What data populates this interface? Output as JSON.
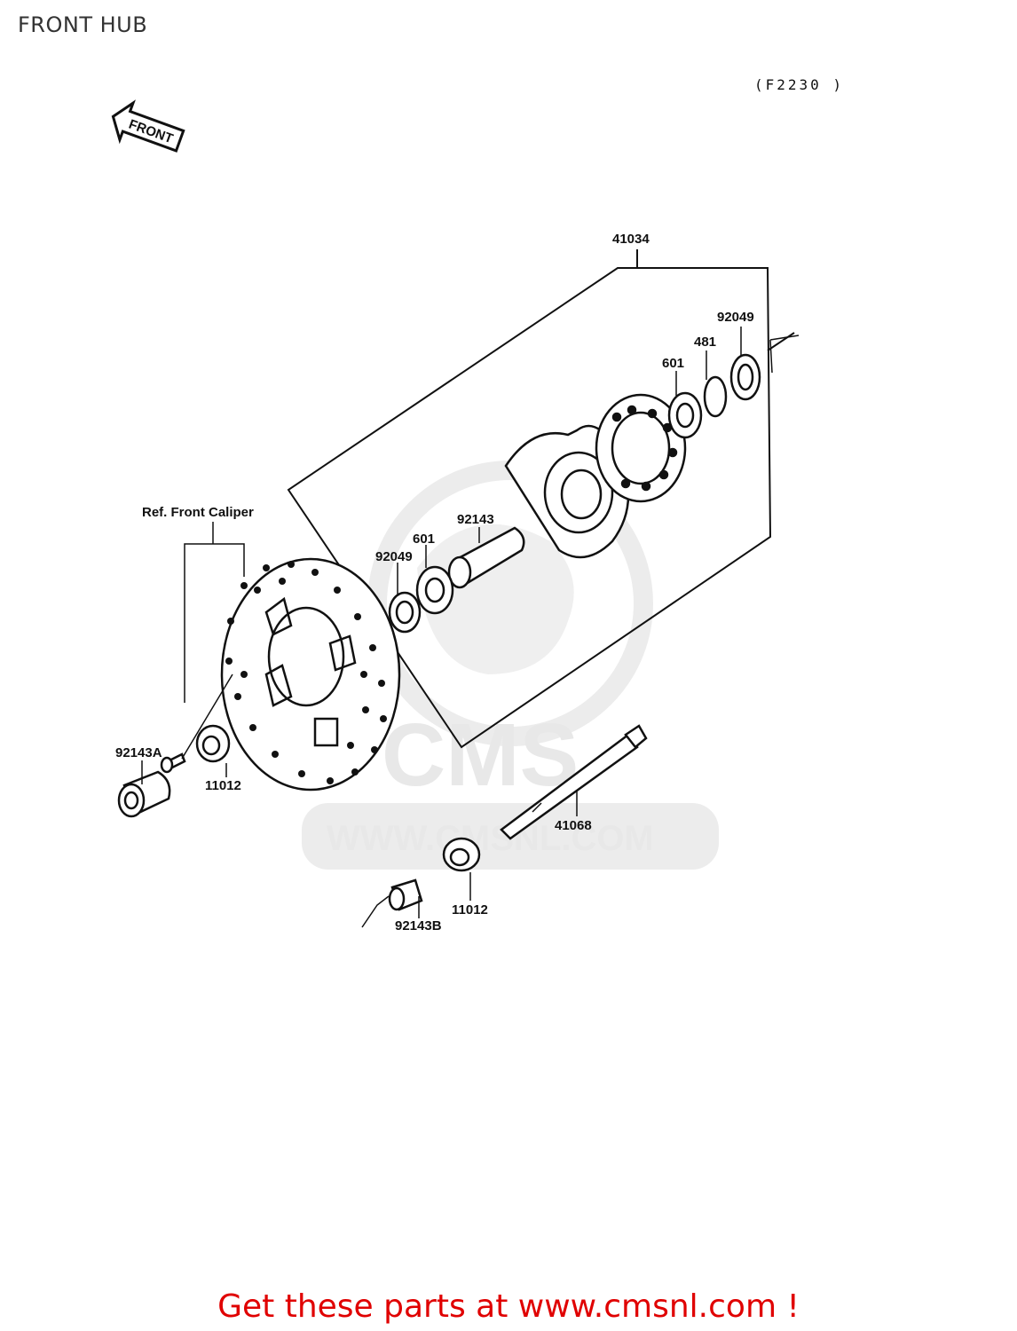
{
  "header": {
    "title": "FRONT HUB",
    "diagram_code": "(F2230 )"
  },
  "front_arrow": {
    "label": "FRONT"
  },
  "parts": {
    "p41034": "41034",
    "p92049_top": "92049",
    "p481": "481",
    "p601_top": "601",
    "p92143": "92143",
    "p601_mid": "601",
    "p92049_mid": "92049",
    "ref_front_caliper": "Ref. Front Caliper",
    "p92143A": "92143A",
    "p11012_left": "11012",
    "p41068": "41068",
    "p11012_bottom": "11012",
    "p92143B": "92143B"
  },
  "watermark": {
    "brand": "CMS",
    "url": "WWW.CMSNL.COM"
  },
  "footer": {
    "promo": "Get these parts at www.cmsnl.com !"
  },
  "colors": {
    "promo": "#e00000",
    "watermark": "#e8e8e8",
    "ink": "#111111"
  }
}
